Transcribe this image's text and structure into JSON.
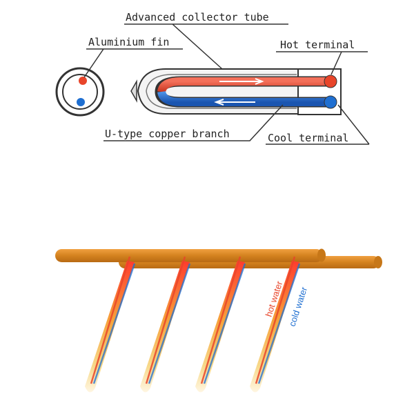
{
  "labels": {
    "collector_tube": "Advanced collector tube",
    "aluminium_fin": "Aluminium fin",
    "hot_terminal": "Hot terminal",
    "u_type_branch": "U-type copper branch",
    "cool_terminal": "Cool terminal"
  },
  "flow": {
    "hot_water": "hot water",
    "cold_water": "cold water"
  },
  "colors": {
    "hot": "#e8452a",
    "cold": "#1f6fd1",
    "copper": "#d98a2b",
    "line": "#333333"
  }
}
